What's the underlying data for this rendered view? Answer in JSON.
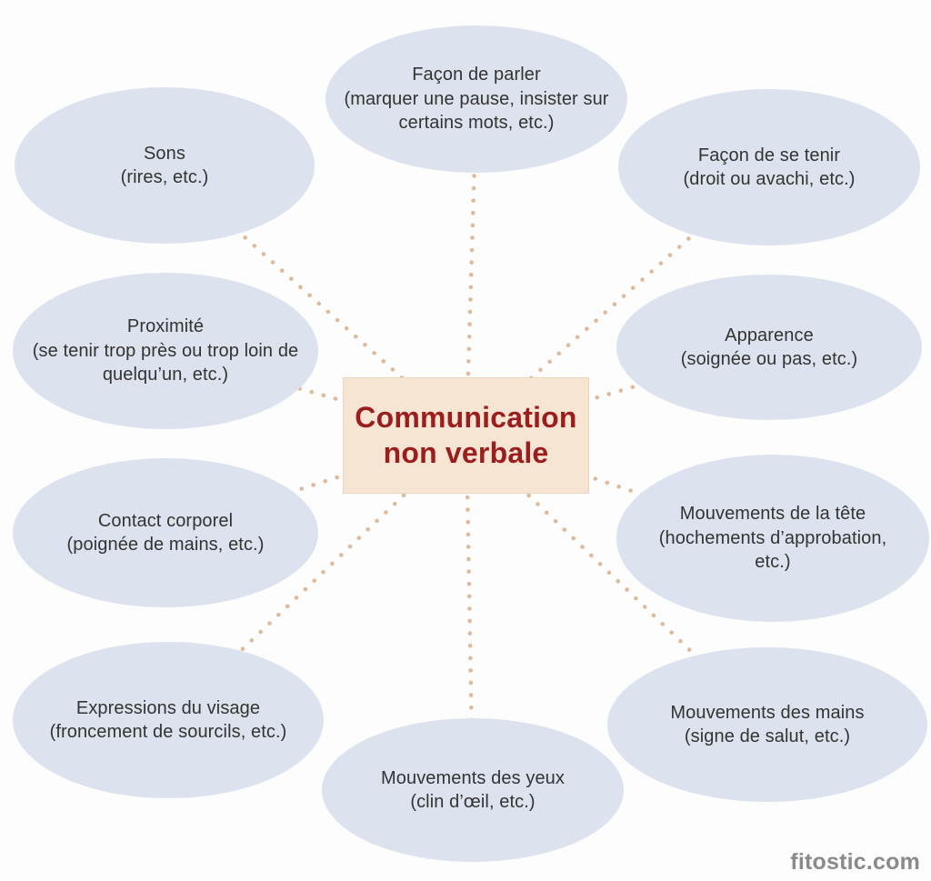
{
  "diagram": {
    "center": {
      "line1": "Communication",
      "line2": "non verbale"
    },
    "nodes": [
      {
        "id": "facon-de-parler",
        "name": "Façon de parler",
        "detail": "(marquer une pause, insister sur certains mots, etc.)"
      },
      {
        "id": "sons",
        "name": "Sons",
        "detail": "(rires, etc.)"
      },
      {
        "id": "facon-de-se-tenir",
        "name": "Façon de se tenir",
        "detail": "(droit ou avachi, etc.)"
      },
      {
        "id": "proximite",
        "name": "Proximité",
        "detail": "(se tenir trop près ou trop loin de quelqu’un, etc.)"
      },
      {
        "id": "apparence",
        "name": "Apparence",
        "detail": "(soignée ou pas, etc.)"
      },
      {
        "id": "contact-corporel",
        "name": "Contact corporel",
        "detail": "(poignée de mains, etc.)"
      },
      {
        "id": "mouvements-tete",
        "name": "Mouvements de la tête",
        "detail": "(hochements d’approbation, etc.)"
      },
      {
        "id": "expressions-visage",
        "name": "Expressions du visage",
        "detail": "(froncement de sourcils, etc.)"
      },
      {
        "id": "mouvements-mains",
        "name": "Mouvements des mains",
        "detail": "(signe de salut, etc.)"
      },
      {
        "id": "mouvements-yeux",
        "name": "Mouvements des yeux",
        "detail": "(clin d’œil, etc.)"
      }
    ],
    "watermark": "fitostic.com",
    "colors": {
      "background": "#fdfdfd",
      "node_fill": "#dde3ee",
      "node_text": "#333333",
      "center_bg": "#f7e5d4",
      "center_border": "#eed6bc",
      "center_text": "#9b1d1d",
      "connector_dot": "#debb9d",
      "watermark_text": "#8a8a8a"
    }
  }
}
